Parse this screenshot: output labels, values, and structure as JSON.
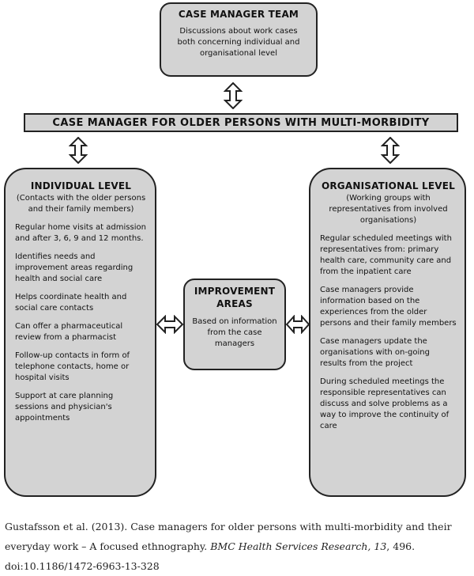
{
  "team": {
    "title": "CASE MANAGER TEAM",
    "text": "Discussions about work cases both concerning individual and organisational level"
  },
  "central": {
    "title": "CASE MANAGER FOR OLDER PERSONS WITH MULTI-MORBIDITY"
  },
  "individual": {
    "title": "INDIVIDUAL LEVEL",
    "subtitle": "(Contacts with the older persons and their family members)",
    "items": [
      "Regular home visits at admission and after 3, 6, 9 and 12 months.",
      "Identifies needs and improvement areas regarding health and social care",
      "Helps coordinate health and social care contacts",
      "Can offer a pharmaceutical review from a pharmacist",
      "Follow-up contacts in form of telephone contacts, home or hospital visits",
      "Support at care planning sessions and physician's appointments"
    ]
  },
  "improvement": {
    "title": "IMPROVEMENT AREAS",
    "text": "Based on information from the case managers"
  },
  "organisational": {
    "title": "ORGANISATIONAL LEVEL",
    "subtitle": "(Working groups with representatives from involved organisations)",
    "items": [
      "Regular scheduled meetings with representatives from: primary health care, community care and from the inpatient care",
      "Case managers provide information based on the experiences from the older persons and their family members",
      "Case managers update the organisations with on-going results from the project",
      "During scheduled meetings the responsible representatives can discuss and solve problems as a way to improve the continuity of care"
    ]
  },
  "caption": {
    "part1": "Gustafsson et al. (2013). Case managers for older persons with multi-morbidity and their everyday work – A focused ethnography. ",
    "journal": "BMC Health Services Research, 13",
    "part2": ", 496. doi:10.1186/1472-6963-13-328"
  }
}
